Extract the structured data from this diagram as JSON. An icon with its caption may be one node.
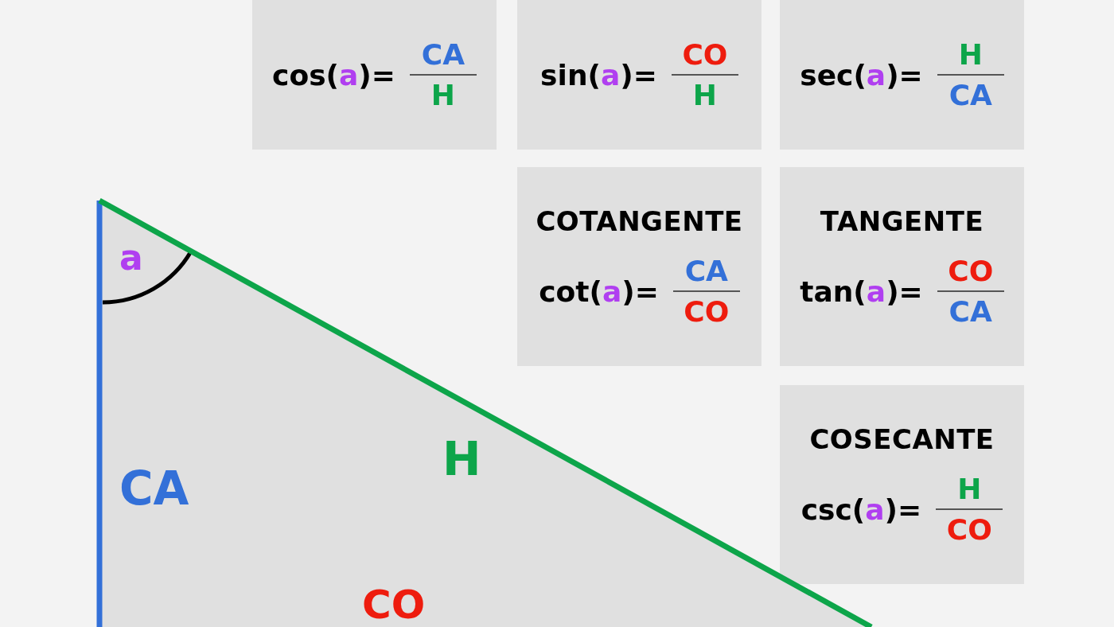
{
  "diagram": {
    "nodes": [
      {
        "text": [
          "a",
          "CA",
          "H",
          "CO"
        ]
      },
      {
        "text": [
          "cos(",
          "a",
          ")=",
          "CA",
          "H"
        ]
      },
      {
        "text": [
          "sin(",
          "a",
          ")=",
          "CO",
          "H"
        ]
      },
      {
        "text": [
          "sec(",
          "a",
          ")=",
          "H",
          "CA"
        ]
      },
      {
        "text": [
          "COTANGENTE",
          "cot(",
          "a",
          ")=",
          "CA",
          "CO"
        ]
      },
      {
        "text": [
          "TANGENTE",
          "tan(",
          "a",
          ")=",
          "CO",
          "CA"
        ]
      },
      {
        "text": [
          "COSECANTE",
          "csc(",
          "a",
          ")=",
          "H",
          "CO"
        ]
      }
    ]
  }
}
